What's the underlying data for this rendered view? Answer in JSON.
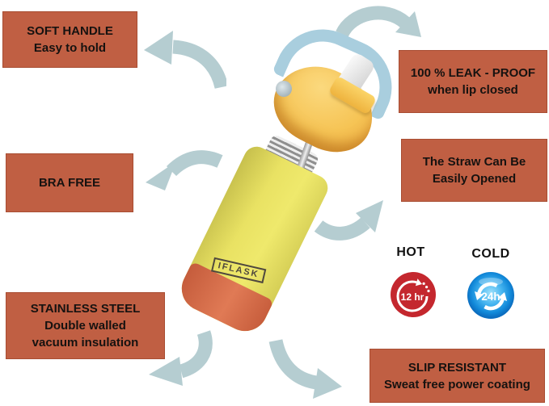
{
  "callouts": {
    "soft_handle": {
      "lines": [
        "SOFT HANDLE",
        "Easy to hold"
      ]
    },
    "bra_free": {
      "lines": [
        "BRA FREE"
      ]
    },
    "stainless_steel": {
      "lines": [
        "STAINLESS STEEL",
        "Double walled",
        "vacuum insulation"
      ]
    },
    "leak_proof": {
      "lines": [
        "100 % LEAK - PROOF",
        "when lip closed"
      ]
    },
    "straw": {
      "lines": [
        "The Straw Can Be",
        "Easily Opened"
      ]
    },
    "slip_resistant": {
      "lines": [
        "SLIP RESISTANT",
        "Sweat free power coating"
      ]
    }
  },
  "badges": {
    "hot": {
      "label": "HOT",
      "duration": "12 hr"
    },
    "cold": {
      "label": "COLD",
      "duration": "24h"
    }
  },
  "bottle": {
    "brand": "IFLASK"
  },
  "icons": {
    "arrows": "curved-arrow-icon",
    "hot": "hot-12hr-clock-icon",
    "cold": "cold-24h-cycle-icon"
  },
  "colors": {
    "callout_bg": "#c05f43",
    "arrow": "#b5cdd1",
    "hot_red": "#c4272e",
    "cold_blue": "#1e8fdd",
    "bottle_yellow": "#e6de5f",
    "boot_orange": "#d96949",
    "cap_yellow": "#f6c455",
    "strap_blue": "#a9cede",
    "text": "#161210"
  }
}
